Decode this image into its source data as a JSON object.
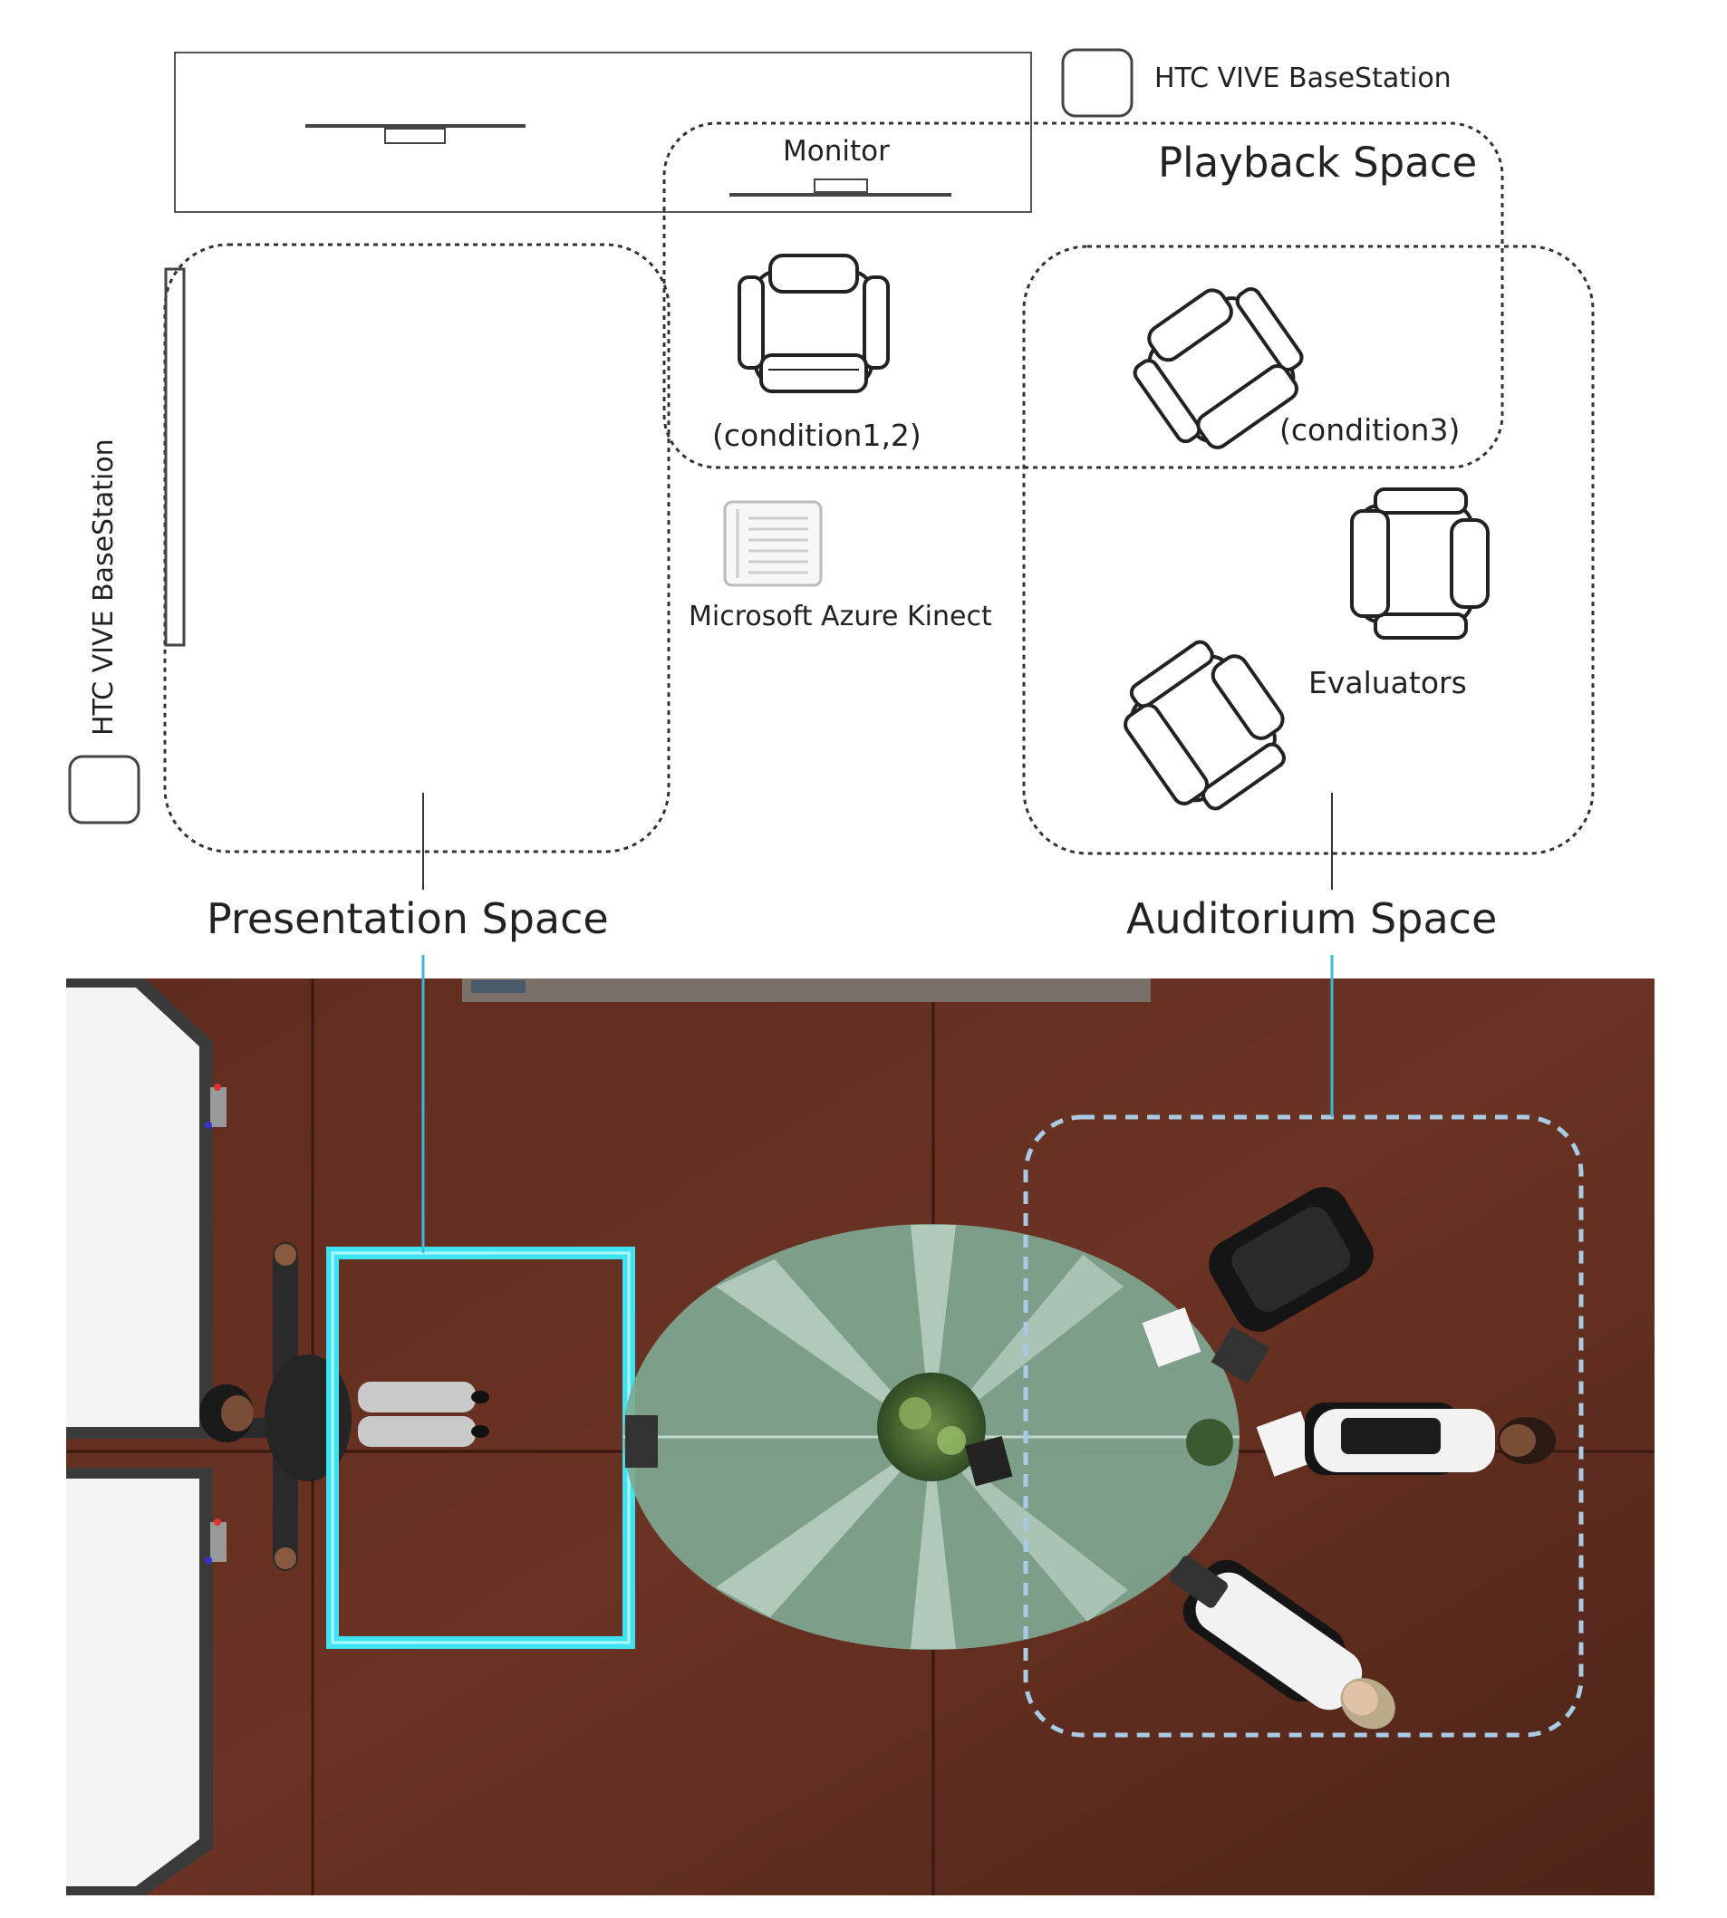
{
  "labels": {
    "basestation_top": "HTC VIVE BaseStation",
    "basestation_left": "HTC VIVE BaseStation",
    "monitor": "Monitor",
    "playback_space": "Playback Space",
    "condition12": "(condition1,2)",
    "condition3": "(condition3)",
    "kinect": "Microsoft Azure Kinect",
    "evaluators": "Evaluators",
    "presentation_space": "Presentation Space",
    "auditorium_space": "Auditorium Space"
  },
  "colors": {
    "floor": "#5a2a1e",
    "floor_dark": "#3c1a12",
    "presentation_highlight": "#3fe3f0",
    "auditorium_dash": "#a9cbe6",
    "table": "#7fa893",
    "connector": "#3fb7d6"
  }
}
